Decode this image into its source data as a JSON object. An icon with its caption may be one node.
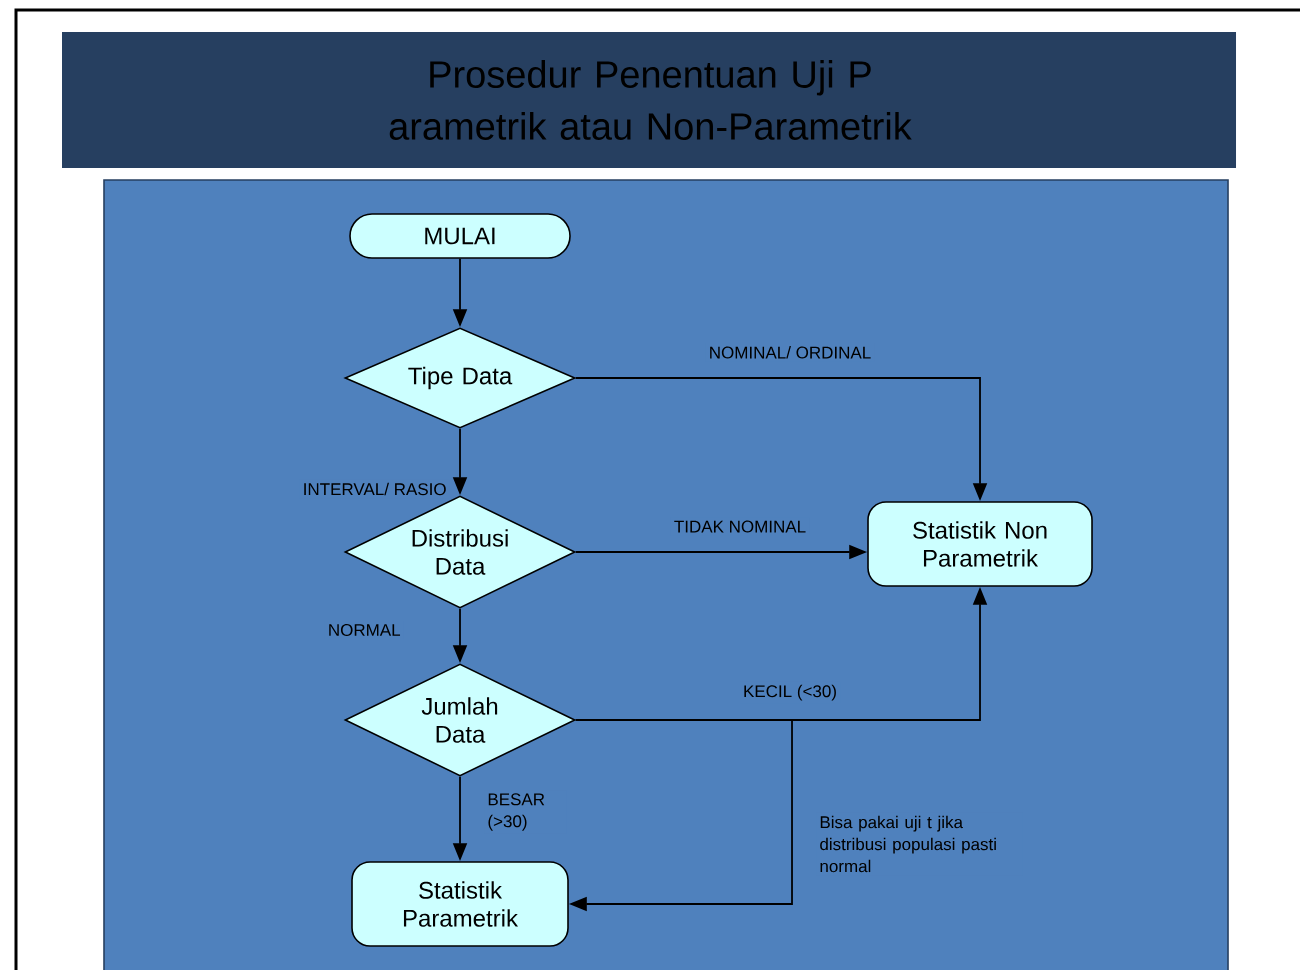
{
  "diagram": {
    "title": "Prosedur  Penentuan  Uji P arametrik atau Non-Parametrik",
    "nodes": [
      {
        "text": [
          "MULAI"
        ]
      },
      {
        "text": [
          "Tipe Data"
        ]
      },
      {
        "text": [
          "Distribusi Data"
        ]
      },
      {
        "text": [
          "Jumlah Data"
        ]
      },
      {
        "text": [
          "Statistik Parametrik"
        ]
      },
      {
        "text": [
          "Statistik Non Parametrik"
        ]
      }
    ],
    "edges": [
      {
        "from": 0,
        "to": 1,
        "arrow": "to"
      },
      {
        "from": 1,
        "to": 5,
        "arrow": "to",
        "label": "NOMINAL/ ORDINAL"
      },
      {
        "from": 1,
        "to": 2,
        "arrow": "to",
        "label": "INTERVAL/ RASIO"
      },
      {
        "from": 2,
        "to": 5,
        "arrow": "to",
        "label": "TIDAK NOMINAL"
      },
      {
        "from": 2,
        "to": 3,
        "arrow": "to",
        "label": "NORMAL"
      },
      {
        "from": 3,
        "to": 5,
        "arrow": "to",
        "label": "KECIL (<30)"
      },
      {
        "from": 3,
        "to": 4,
        "arrow": "to",
        "label": "BESAR (>30)"
      },
      {
        "from": 3,
        "to": 4,
        "arrow": "to",
        "label": "Bisa pakai uji t jika distribusi populasi pasti normal"
      }
    ]
  }
}
